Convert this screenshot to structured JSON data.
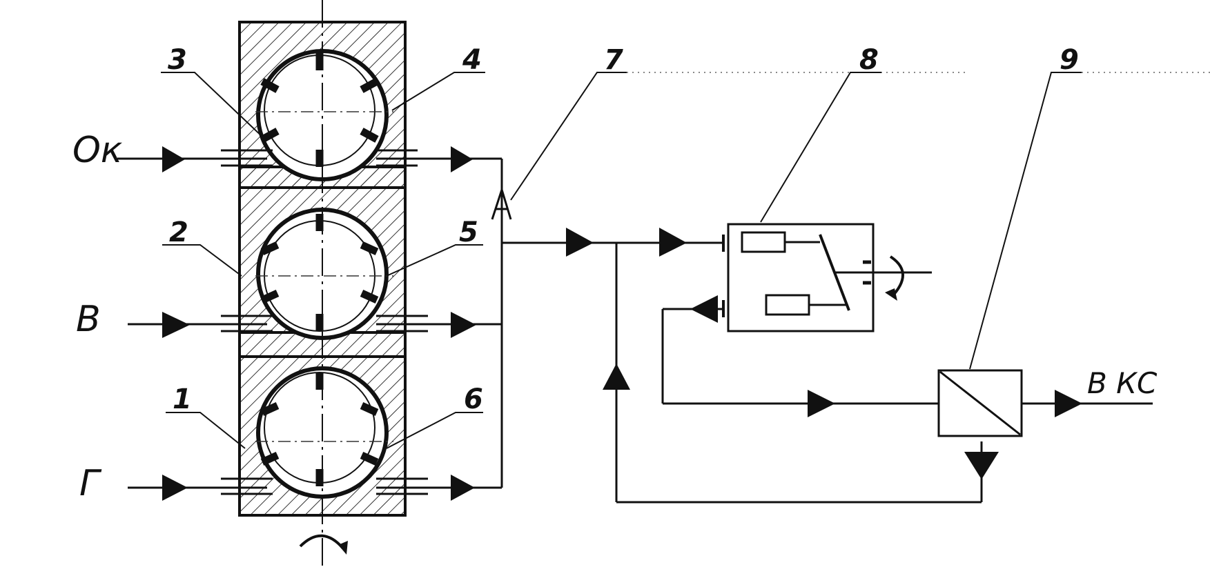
{
  "labels": {
    "n1": "1",
    "n2": "2",
    "n3": "3",
    "n4": "4",
    "n5": "5",
    "n6": "6",
    "n7": "7",
    "n8": "8",
    "n9": "9",
    "input_ok": "Oк",
    "input_b": "В",
    "input_g": "Г",
    "output": "В КС"
  },
  "colors": {
    "ink": "#111111",
    "background": "#ffffff"
  }
}
